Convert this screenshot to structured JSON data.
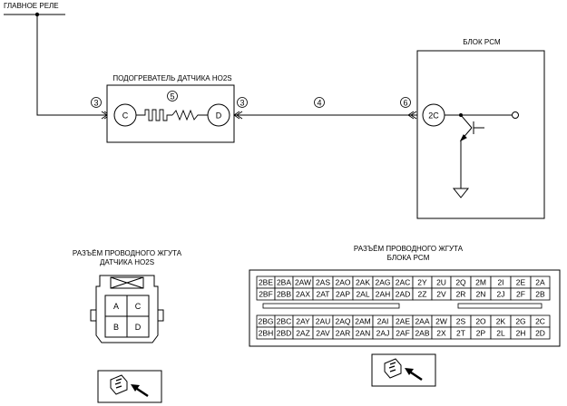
{
  "labels": {
    "main_relay": "ГЛАВНОЕ РЕЛЕ",
    "sensor_heater": "ПОДОГРЕВАТЕЛЬ ДАТЧИКА HO2S",
    "pcm_block": "БЛОК PCM",
    "sensor_connector_line1": "РАЗЪЁМ ПРОВОДНОГО ЖГУТА",
    "sensor_connector_line2": "ДАТЧИКА HO2S",
    "pcm_connector_line1": "РАЗЪЁМ ПРОВОДНОГО ЖГУТА",
    "pcm_connector_line2": "БЛОКА PCM"
  },
  "wire_markers": {
    "left_in": "3",
    "heater": "5",
    "right_out": "3",
    "harness": "4",
    "pcm_in": "6"
  },
  "terminals": {
    "heater_left": "C",
    "heater_right": "D",
    "pcm": "2C"
  },
  "sensor_connector_pins": [
    "A",
    "C",
    "B",
    "D"
  ],
  "pcm_connector": {
    "upper_rows": [
      [
        "2BE",
        "2BA",
        "2AW",
        "2AS",
        "2AO",
        "2AK",
        "2AG",
        "2AC",
        "2Y",
        "2U",
        "2Q",
        "2M",
        "2I",
        "2E",
        "2A"
      ],
      [
        "2BF",
        "2BB",
        "2AX",
        "2AT",
        "2AP",
        "2AL",
        "2AH",
        "2AD",
        "2Z",
        "2V",
        "2R",
        "2N",
        "2J",
        "2F",
        "2B"
      ]
    ],
    "lower_rows": [
      [
        "2BG",
        "2BC",
        "2AY",
        "2AU",
        "2AQ",
        "2AM",
        "2AI",
        "2AE",
        "2AA",
        "2W",
        "2S",
        "2O",
        "2K",
        "2G",
        "2C"
      ],
      [
        "2BH",
        "2BD",
        "2AZ",
        "2AV",
        "2AR",
        "2AN",
        "2AJ",
        "2AF",
        "2AB",
        "2X",
        "2T",
        "2P",
        "2L",
        "2H",
        "2D"
      ]
    ]
  },
  "icons": {
    "view_icon": "connector-view-arrow-icon",
    "ground_icon": "ground-symbol-icon",
    "transistor_icon": "transistor-symbol-icon"
  }
}
